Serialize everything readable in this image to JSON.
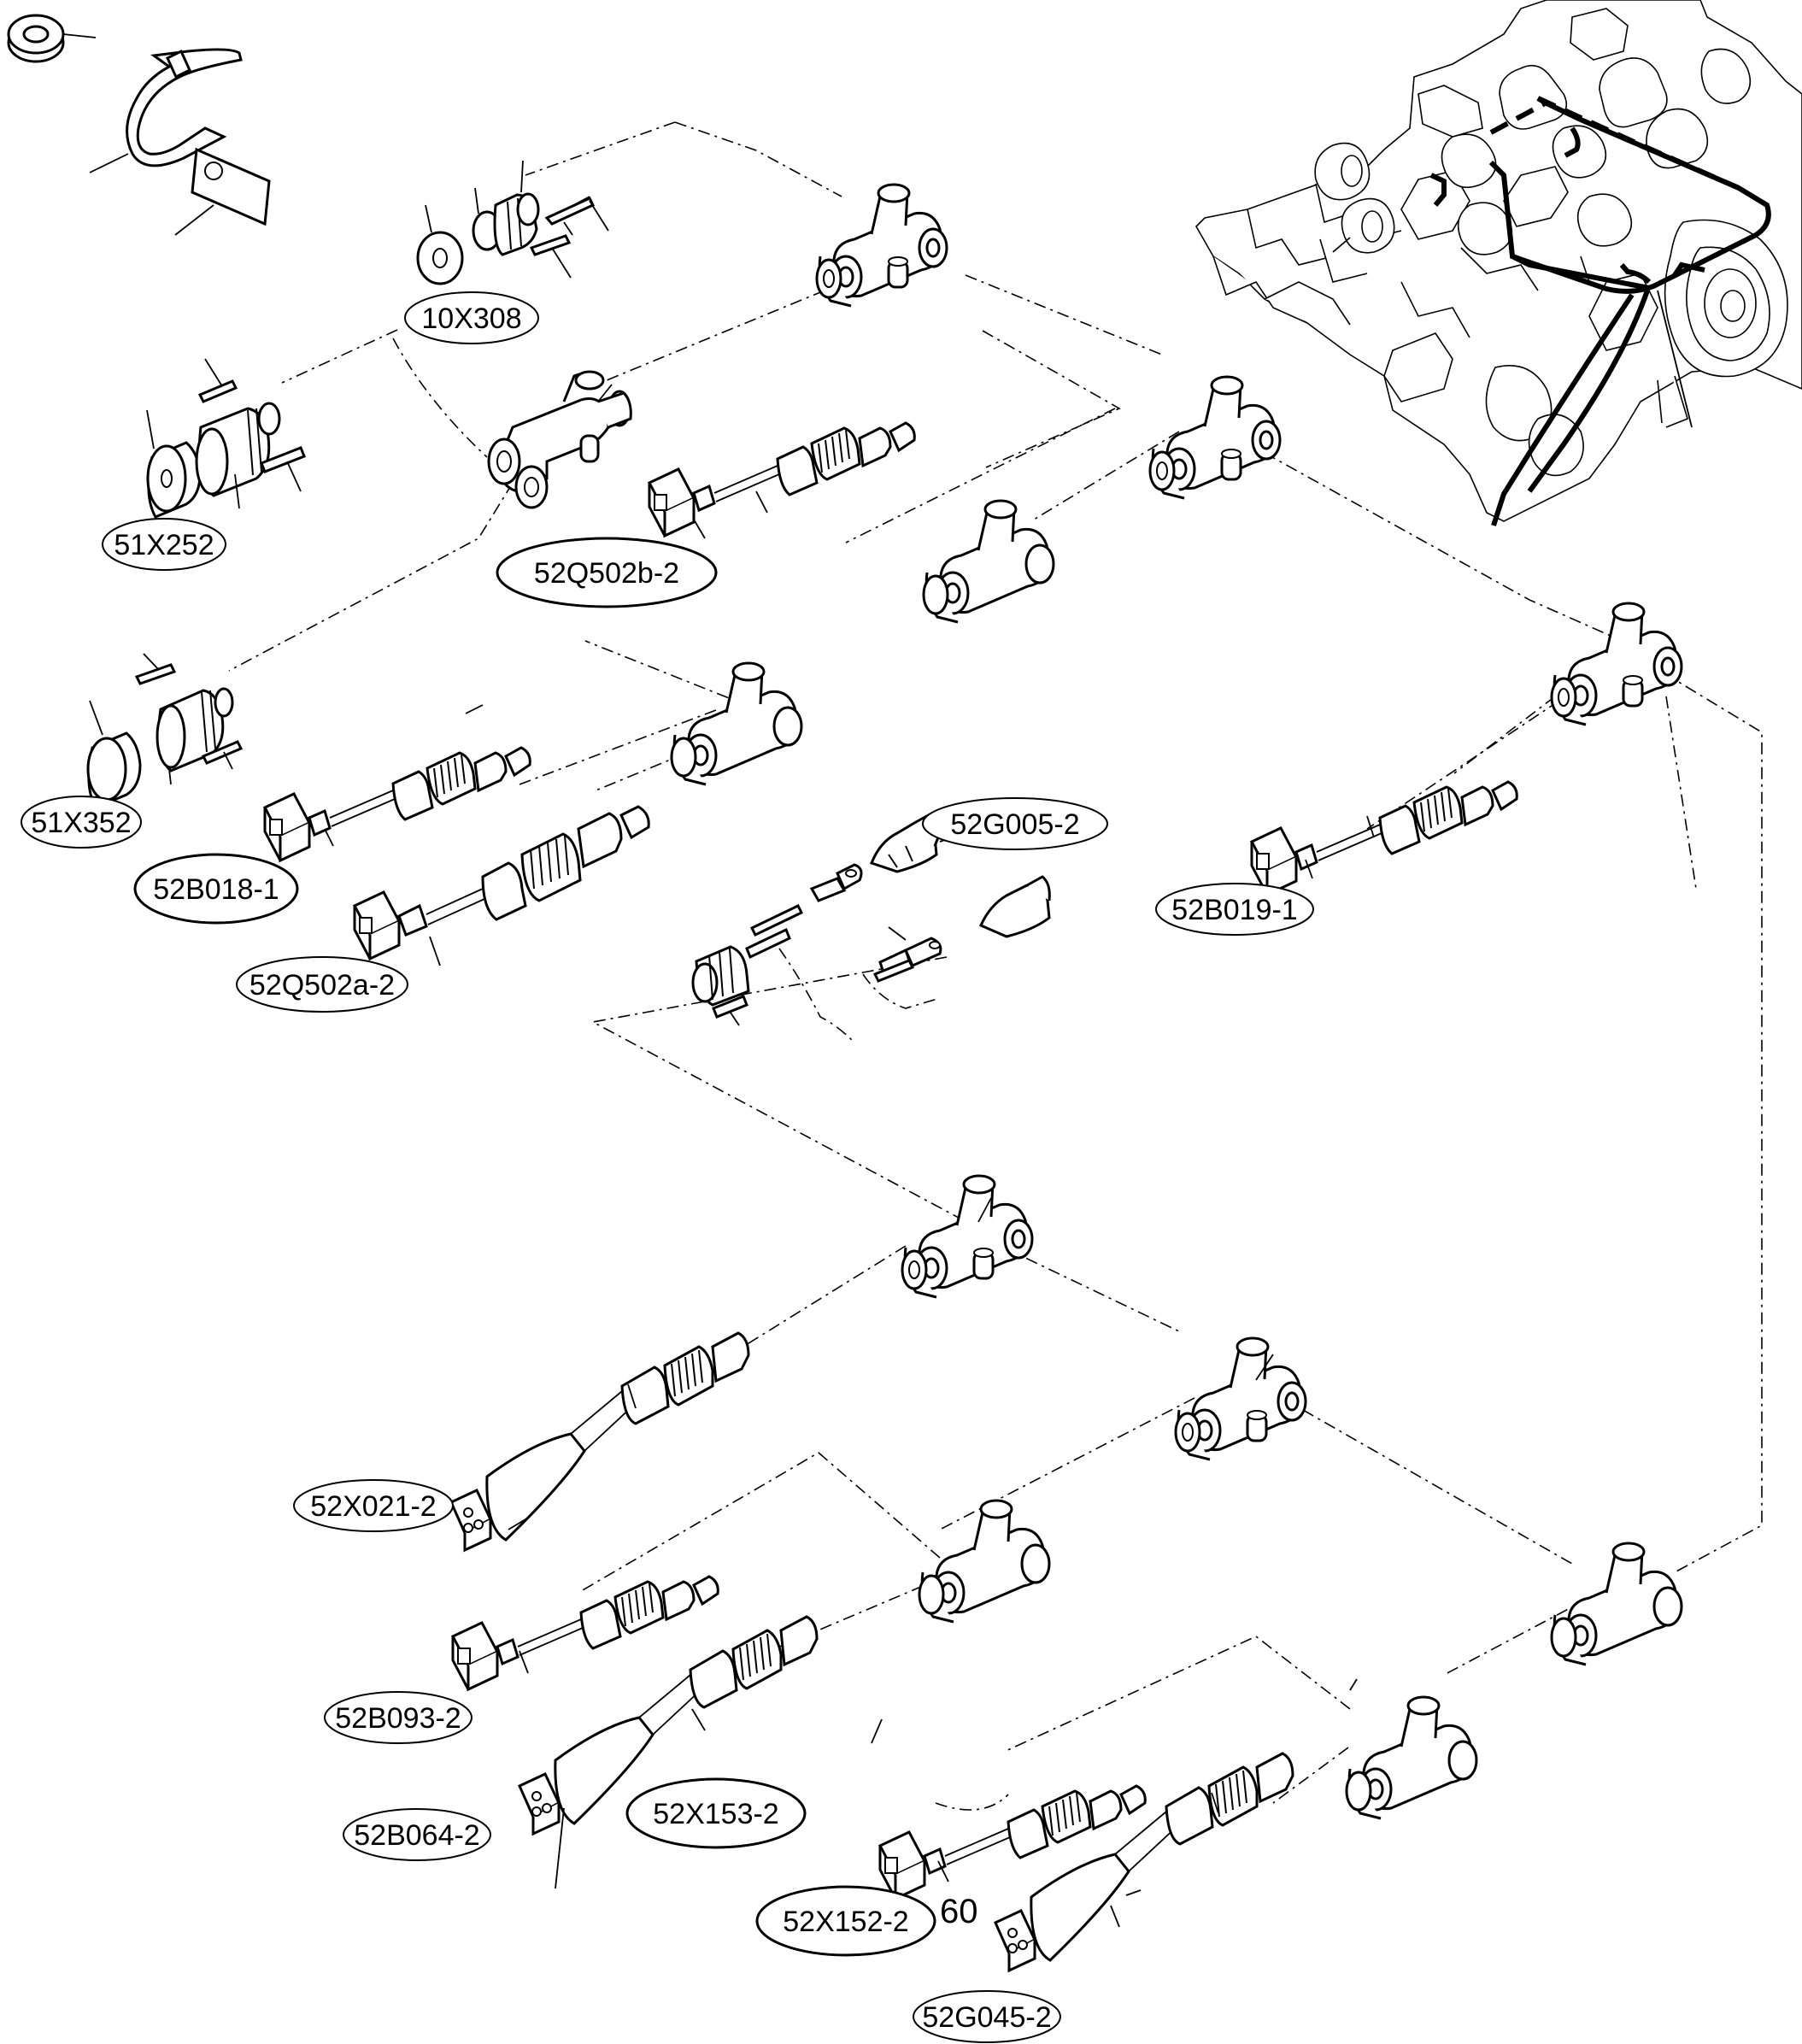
{
  "labels": {
    "x308": "10X308",
    "x252": "51X252",
    "q502b": "52Q502b-2",
    "x352": "51X352",
    "b018": "52B018-1",
    "q502a": "52Q502a-2",
    "g005": "52G005-2",
    "b019": "52B019-1",
    "x021": "52X021-2",
    "b093": "52B093-2",
    "b064": "52B064-2",
    "x153": "52X153-2",
    "x152": "52X152-2",
    "g045": "52G045-2",
    "ref60": "60"
  },
  "icons": {
    "grommet": "grommet-icon",
    "cable_tie": "cable-tie-icon",
    "label_plate": "label-plate-icon",
    "t_junction": "t-junction-icon",
    "connector": "connector-icon",
    "engine": "engine-illustration"
  }
}
